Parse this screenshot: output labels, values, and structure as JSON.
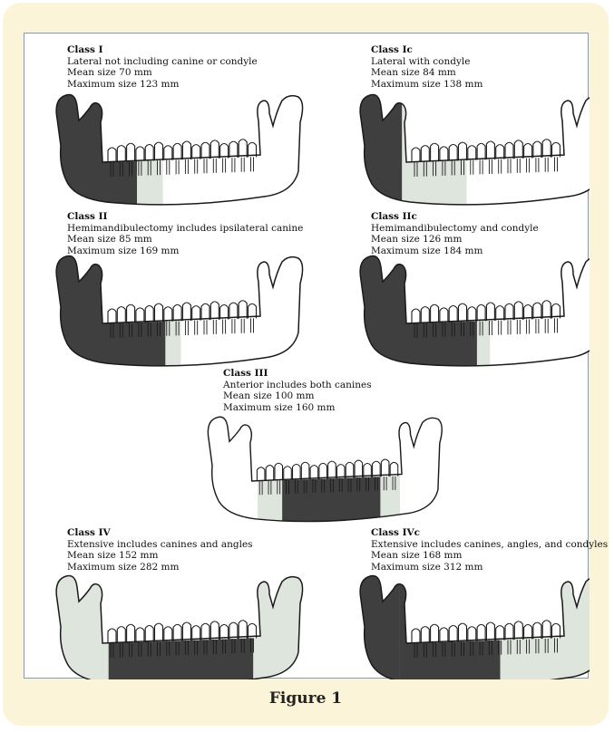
{
  "classes": [
    {
      "title": "Class I",
      "desc": "Lateral not including canine or condyle",
      "mean": "Mean size 70 mm",
      "max": "Maximum size 123 mm"
    },
    {
      "title": "Class Ic",
      "desc": "Lateral with condyle",
      "mean": "Mean size 84 mm",
      "max": "Maximum size 138 mm"
    },
    {
      "title": "Class II",
      "desc": "Hemimandibulectomy includes ipsilateral canine",
      "mean": "Mean size 85 mm",
      "max": "Maximum size 169 mm"
    },
    {
      "title": "Class IIc",
      "desc": "Hemimandibulectomy and condyle",
      "mean": "Mean size 126 mm",
      "max": "Maximum size 184 mm"
    },
    {
      "title": "Class III",
      "desc": "Anterior includes both canines",
      "mean": "Mean size 100 mm",
      "max": "Maximum size 160 mm"
    },
    {
      "title": "Class IV",
      "desc": "Extensive includes canines and angles",
      "mean": "Mean size 152 mm",
      "max": "Maximum size 282 mm"
    },
    {
      "title": "Class IVc",
      "desc": "Extensive includes canines, angles, and condyles",
      "mean": "Mean size 168 mm",
      "max": "Maximum size 312 mm"
    }
  ],
  "caption": "Figure 1",
  "colors": {
    "card_background": "#fbf4d9",
    "resected_dark": "#3f3f3f",
    "resected_light": "#dde5dc",
    "bone_outline": "#1a1a1a"
  }
}
